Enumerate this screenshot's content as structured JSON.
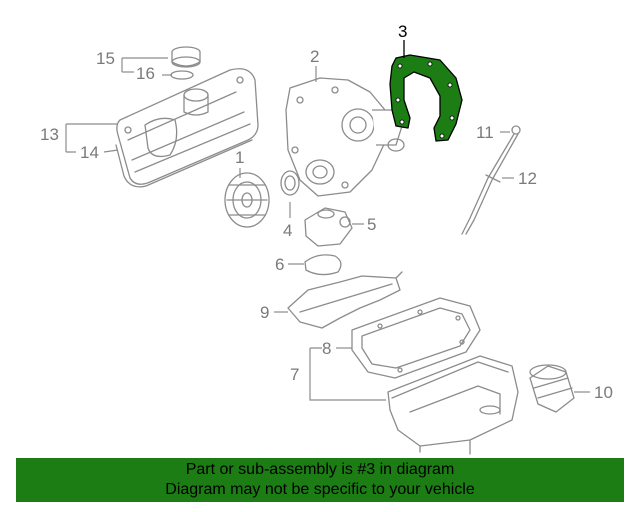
{
  "colors": {
    "highlight": "#1c7d14",
    "part_stroke": "#8c8c8c",
    "banner_bg": "#1c7d14",
    "banner_text": "#000000"
  },
  "callouts": {
    "c1": "1",
    "c2": "2",
    "c3": "3",
    "c4": "4",
    "c5": "5",
    "c6": "6",
    "c7": "7",
    "c8": "8",
    "c9": "9",
    "c10": "10",
    "c11": "11",
    "c12": "12",
    "c13": "13",
    "c14": "14",
    "c15": "15",
    "c16": "16"
  },
  "highlighted_part": "3",
  "banner": {
    "line1": "Part or sub-assembly is #3 in diagram",
    "line2": "Diagram may not be specific to your vehicle"
  }
}
